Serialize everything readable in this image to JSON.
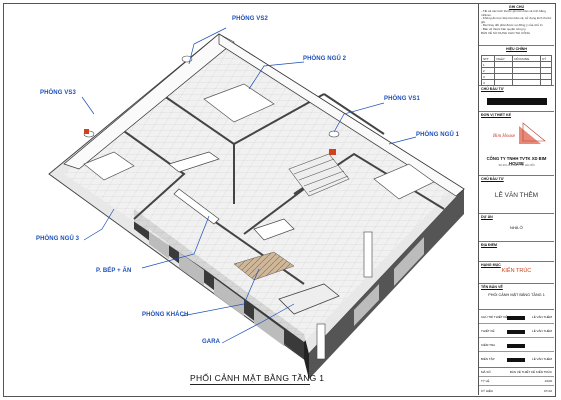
{
  "labels": {
    "vs2": "PHÒNG VS2",
    "ngu2": "PHÒNG NGỦ 2",
    "vs3": "PHÒNG VS3",
    "vs1": "PHÒNG VS1",
    "ngu1": "PHÒNG NGỦ 1",
    "ngu3": "PHÒNG NGỦ 3",
    "bep": "P. BẾP + ĂN",
    "khach": "PHÒNG KHÁCH",
    "gara": "GARA"
  },
  "caption": "PHỐI CẢNH MẶT BẰNG TẦNG 1",
  "title_block": {
    "notes_header": "GHI CHÚ",
    "notes_text": [
      "- Tất cả các kích thước ghi trên bản vẽ tính bằng milimet.",
      "- Không đo trực tiếp trên bản vẽ, sử dụng kích thước ghi.",
      "- Mọi thay đổi phải được sự đồng ý của chủ trì.",
      "- Bản vẽ thuộc bản quyền công ty.",
      "BẢN VẼ SỬ DỤNG CHO THI CÔNG"
    ],
    "revision_header": "HIỆU CHỈNH",
    "revision_cols": [
      "STT",
      "NGÀY",
      "NỘI DUNG",
      "KÝ"
    ],
    "revision_rows": [
      "1",
      "2",
      "3",
      "4"
    ],
    "owner_label": "CHỦ ĐẦU TƯ",
    "design_label": "ĐƠN VỊ THIẾT KẾ",
    "logo_text": "Bim House",
    "company": "CÔNG TY TNHH TVTK XD BIM HOUSE",
    "company_sub": "Số 26 LÔ 2 KĐT, TP. HÀ NỘI",
    "owner_name_label": "CHỦ ĐẦU TƯ",
    "owner_name": "LÊ VĂN THÊM",
    "project_label": "DỰ ÁN",
    "project": "NHÀ Ở",
    "address_label": "ĐỊA ĐIỂM",
    "category_label": "HẠNG MỤC",
    "category": "KIẾN TRÚC",
    "drawing_label": "TÊN BẢN VẼ",
    "drawing_name": "PHỐI CẢNH MẶT BẰNG TẦNG 1",
    "sign_rows": [
      {
        "role": "CHỦ TRÌ THIẾT KẾ",
        "name": "LÊ VĂN THÊM"
      },
      {
        "role": "THIẾT KẾ",
        "name": "LÊ VĂN THÊM"
      },
      {
        "role": "KIỂM TRA",
        "name": ""
      },
      {
        "role": "BIÊN TẬP",
        "name": "LÊ VĂN THÊM"
      }
    ],
    "footer_rows": [
      {
        "k": "MÃ SỐ",
        "v": "BẢN VẼ THIẾT KẾ KIẾN TRÚC"
      },
      {
        "k": "TỶ LỆ",
        "v": "1/100"
      },
      {
        "k": "KÝ HIỆU",
        "v": "KT-02"
      }
    ]
  },
  "colors": {
    "label_blue": "#1c4fb8",
    "accent_red": "#d0421b"
  }
}
